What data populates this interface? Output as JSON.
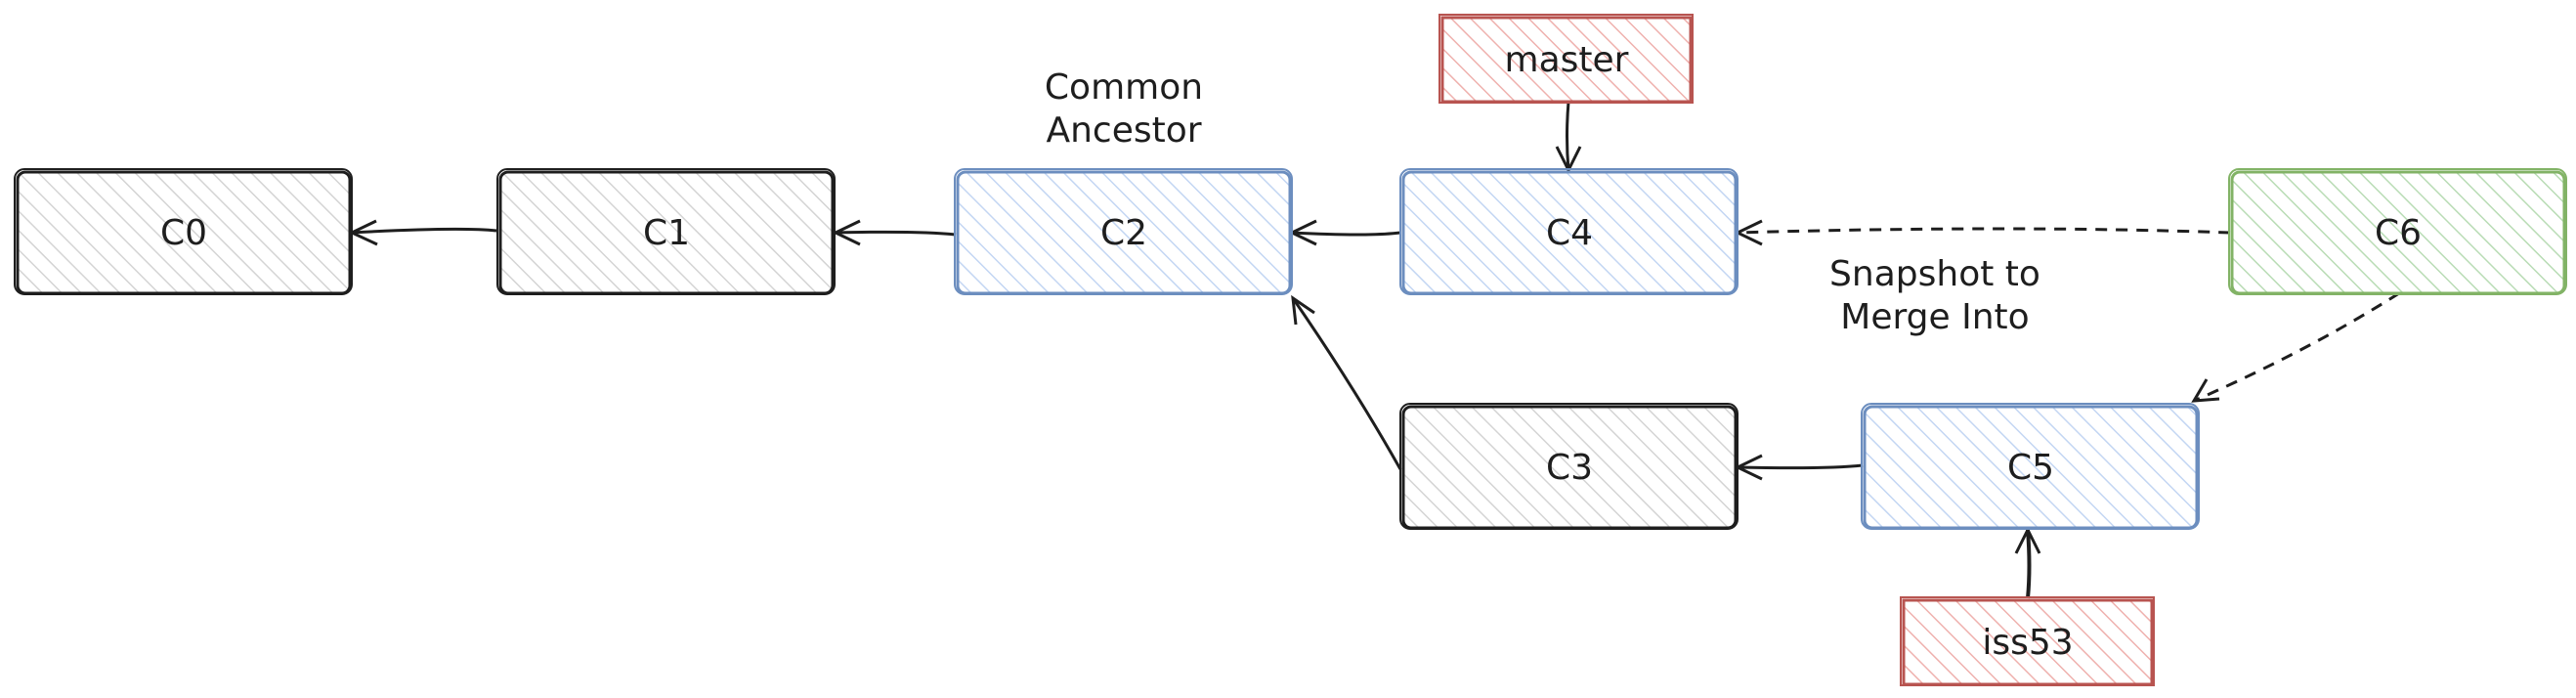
{
  "nodes": {
    "c0": {
      "label": "C0"
    },
    "c1": {
      "label": "C1"
    },
    "c2": {
      "label": "C2"
    },
    "c3": {
      "label": "C3"
    },
    "c4": {
      "label": "C4"
    },
    "c5": {
      "label": "C5"
    },
    "c6": {
      "label": "C6"
    },
    "master": {
      "label": "master"
    },
    "iss53": {
      "label": "iss53"
    }
  },
  "annotations": {
    "common_ancestor": {
      "line1": "Common",
      "line2": "Ancestor"
    },
    "snapshot": {
      "line1": "Snapshot to",
      "line2": "Merge Into"
    }
  },
  "colors": {
    "default_stroke": "#1e1e1e",
    "default_fill": "#f1f1f1",
    "blue_stroke": "#6c8ebf",
    "blue_fill": "#dae8fc",
    "green_stroke": "#82b366",
    "green_fill": "#d5e8d4",
    "red_stroke": "#b85450",
    "red_fill": "#f8cecc"
  }
}
